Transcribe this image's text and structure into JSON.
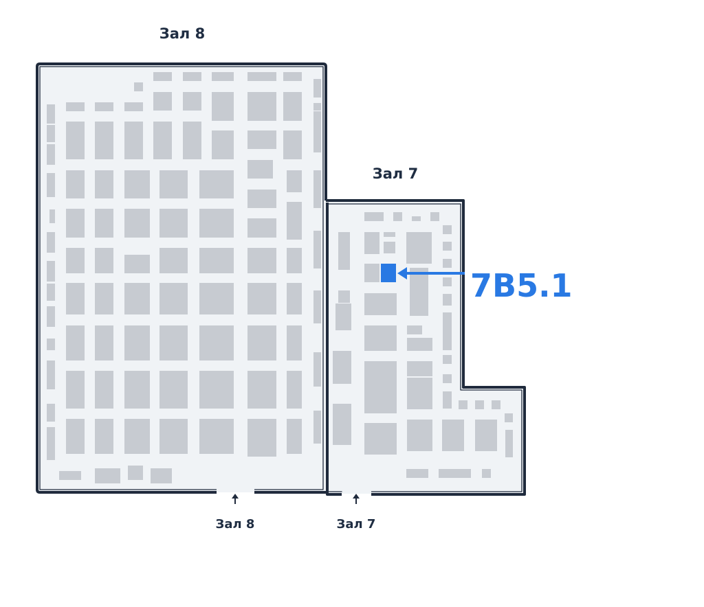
{
  "halls": [
    {
      "title": "Зал 8"
    },
    {
      "title": "Зал 7"
    }
  ],
  "entrances": [
    {
      "label": "Зал 8"
    },
    {
      "label": "Зал 7"
    }
  ],
  "highlight": {
    "booth_label": "7B5.1",
    "color": "#2979e3"
  },
  "colors": {
    "wall": "#1f2a3c",
    "floor": "#f0f3f6",
    "stand": "#c7cbd1",
    "text": "#1f2d42"
  }
}
